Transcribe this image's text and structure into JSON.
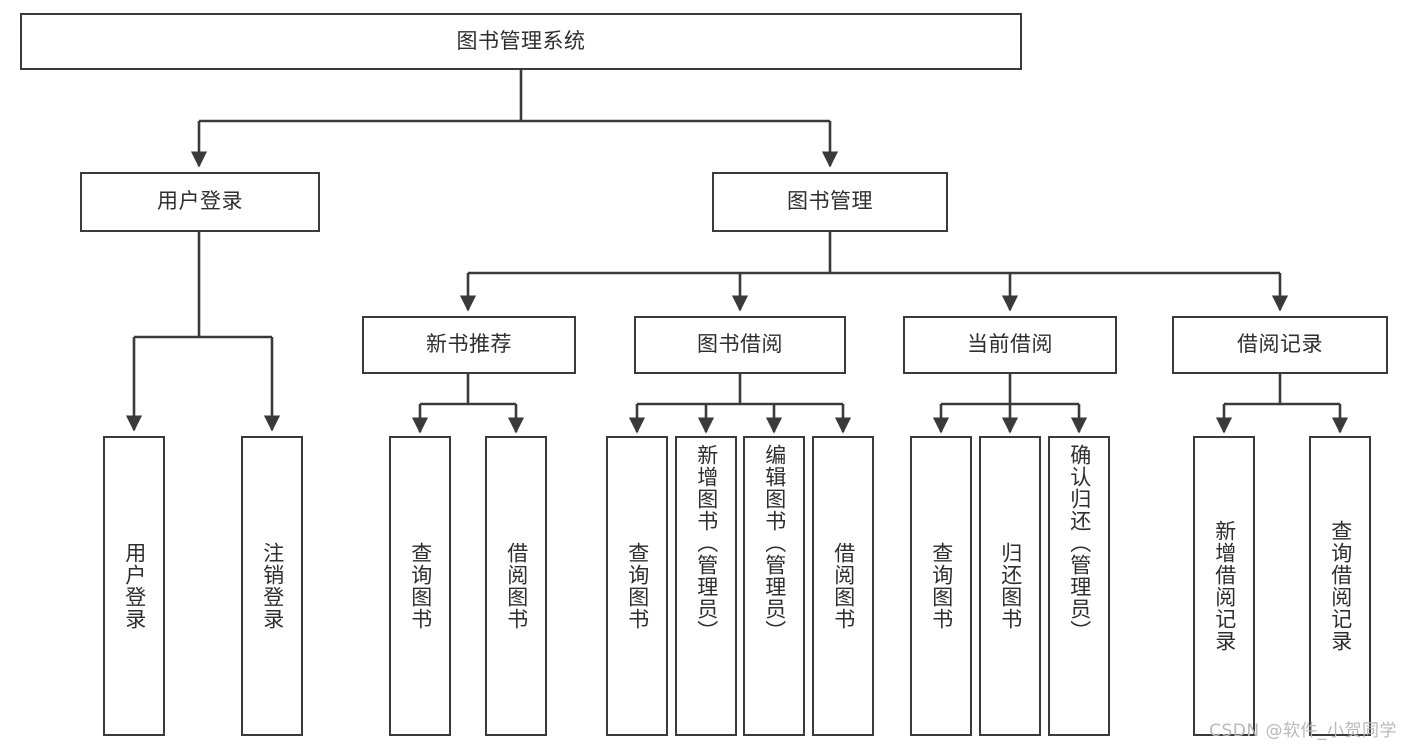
{
  "diagram": {
    "title": "图书管理系统",
    "type": "tree-hierarchy-diagram",
    "colors": {
      "background": "#ffffff",
      "box_border": "#3a3a3a",
      "box_fill": "#ffffff",
      "text": "#2e2e2e",
      "edge": "#3a3a3a",
      "watermark": "#b9b9b9"
    },
    "nodes": {
      "root": {
        "label": "图书管理系统"
      },
      "level2": [
        {
          "id": "user-login",
          "label": "用户登录"
        },
        {
          "id": "book-management",
          "label": "图书管理"
        }
      ],
      "level3": [
        {
          "id": "new-book-recommend",
          "label": "新书推荐"
        },
        {
          "id": "book-borrow",
          "label": "图书借阅"
        },
        {
          "id": "current-borrow",
          "label": "当前借阅"
        },
        {
          "id": "borrow-record",
          "label": "借阅记录"
        }
      ],
      "leaves": {
        "user-login": [
          {
            "id": "leaf-user-login",
            "label": "用户登录"
          },
          {
            "id": "leaf-logout-login",
            "label": "注销登录"
          }
        ],
        "new-book-recommend": [
          {
            "id": "leaf-query-book-1",
            "label": "查询图书"
          },
          {
            "id": "leaf-borrow-book-1",
            "label": "借阅图书"
          }
        ],
        "book-borrow": [
          {
            "id": "leaf-query-book-2",
            "label": "查询图书"
          },
          {
            "id": "leaf-add-book-admin",
            "label": "新增图书（管理员）"
          },
          {
            "id": "leaf-edit-book-admin",
            "label": "编辑图书（管理员）"
          },
          {
            "id": "leaf-borrow-book-2",
            "label": "借阅图书"
          }
        ],
        "current-borrow": [
          {
            "id": "leaf-query-book-3",
            "label": "查询图书"
          },
          {
            "id": "leaf-return-book",
            "label": "归还图书"
          },
          {
            "id": "leaf-confirm-return-admin",
            "label": "确认归还（管理员）"
          }
        ],
        "borrow-record": [
          {
            "id": "leaf-add-borrow-record",
            "label": "新增借阅记录"
          },
          {
            "id": "leaf-query-borrow-record",
            "label": "查询借阅记录"
          }
        ]
      }
    },
    "watermark": "CSDN @软件_小贺同学"
  }
}
